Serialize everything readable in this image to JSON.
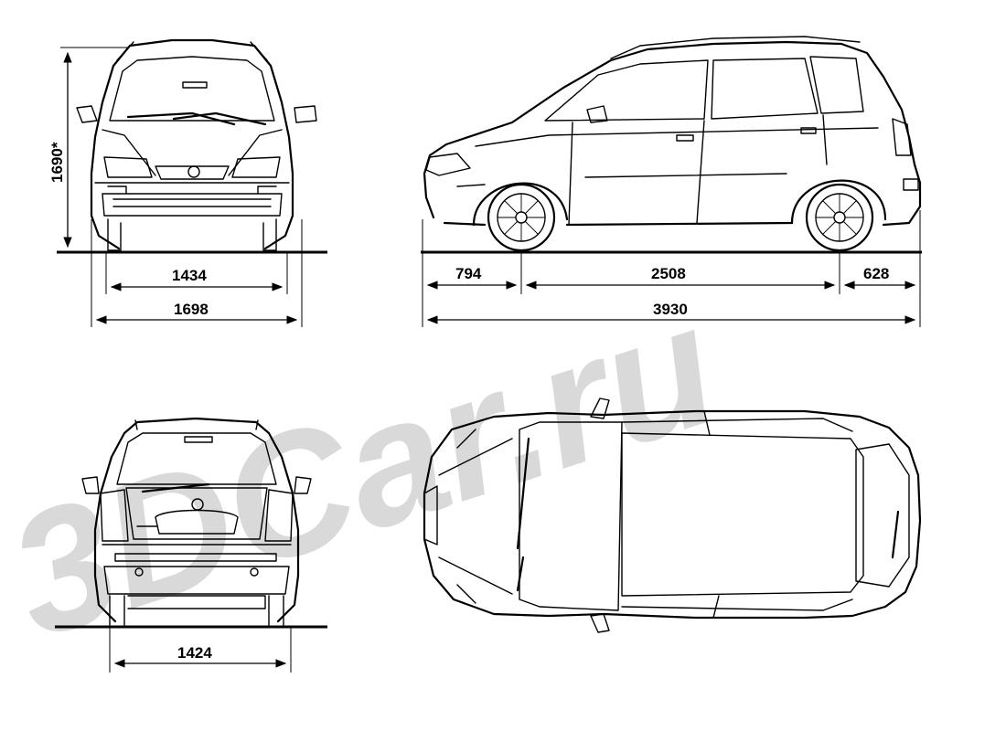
{
  "watermark": {
    "text": "3DCar.ru",
    "color": "#d9d9d9"
  },
  "dimensions": {
    "height": "1690*",
    "front_track": "1434",
    "overall_width": "1698",
    "front_overhang": "794",
    "wheelbase": "2508",
    "rear_overhang": "628",
    "overall_length": "3930",
    "rear_track": "1424"
  },
  "views": [
    "front-view",
    "side-view",
    "rear-view",
    "top-view"
  ],
  "colors": {
    "line": "#000000",
    "background": "#ffffff"
  }
}
